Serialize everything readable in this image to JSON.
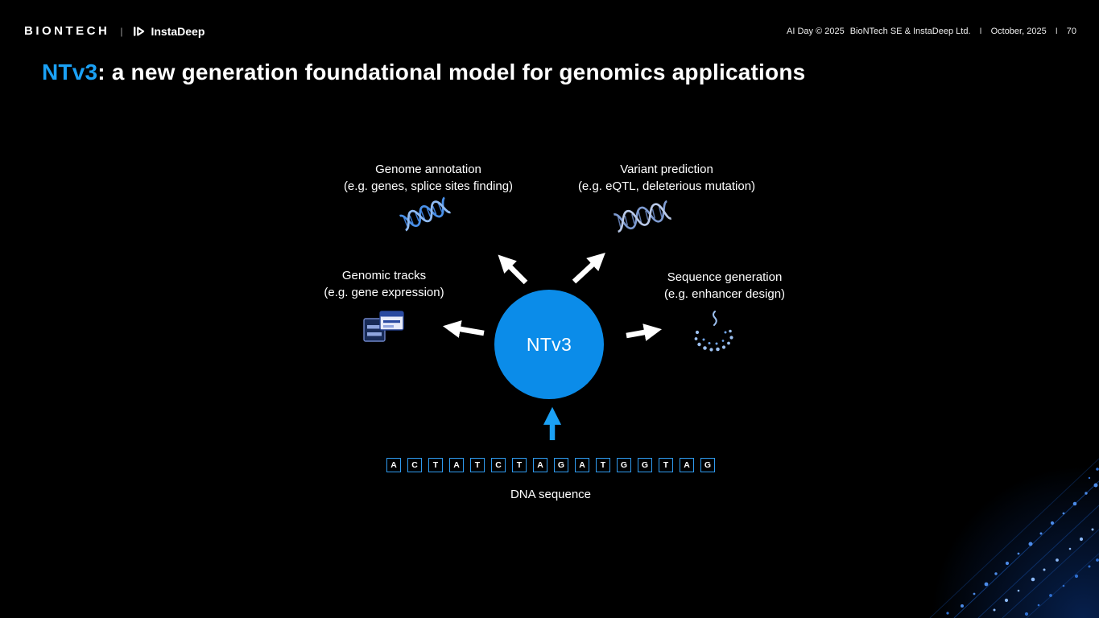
{
  "header": {
    "biontech_logo": "BIONTECH",
    "logo_divider": "|",
    "instadeep_logo": "InstaDeep",
    "meta": {
      "ai_day": "AI Day © 2025",
      "company": "BioNTech SE & InstaDeep Ltd.",
      "divider": "I",
      "date": "October, 2025",
      "page_number": "70"
    }
  },
  "title": {
    "highlight": "NTv3",
    "rest": ": a new generation foundational model for genomics applications"
  },
  "diagram": {
    "center_label": "NTv3",
    "nodes": [
      {
        "title": "Genome annotation",
        "subtitle": "(e.g. genes, splice sites finding)",
        "icon": "dna-helix-icon"
      },
      {
        "title": "Variant prediction",
        "subtitle": "(e.g. eQTL, deleterious mutation)",
        "icon": "dna-helix-icon"
      },
      {
        "title": "Genomic tracks",
        "subtitle": "(e.g. gene expression)",
        "icon": "genome-tracks-icon"
      },
      {
        "title": "Sequence generation",
        "subtitle": "(e.g. enhancer design)",
        "icon": "generated-dots-icon"
      }
    ],
    "input_label": "DNA sequence",
    "sequence": [
      "A",
      "C",
      "T",
      "A",
      "T",
      "C",
      "T",
      "A",
      "G",
      "A",
      "T",
      "G",
      "G",
      "T",
      "A",
      "G"
    ]
  },
  "colors": {
    "background": "#000000",
    "accent_blue": "#0B8CE9",
    "title_blue": "#1BA1F5",
    "sequence_box_border": "#2F9BF0",
    "text": "#FFFFFF"
  }
}
